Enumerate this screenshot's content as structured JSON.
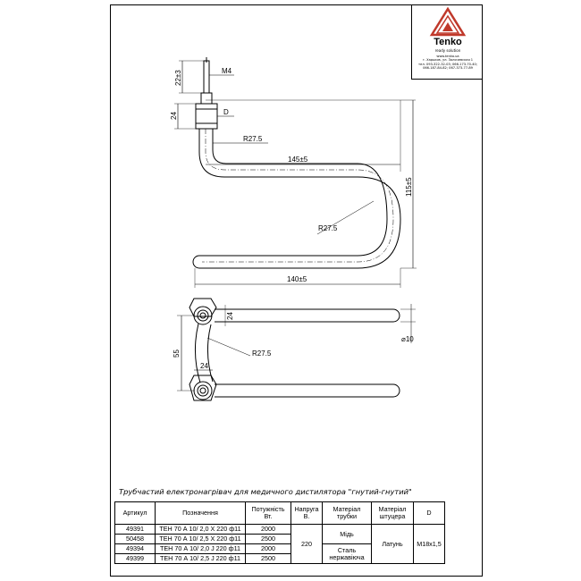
{
  "logo": {
    "brand": "Tenko",
    "tagline": "ready solution",
    "address_lines": [
      "www.tenko.ua",
      "г. Харьков, ул. Золочевская 1",
      "тел. 093-322-32-03; 066-173-70-40;",
      "066-187-84-82; 067-373-77-89"
    ]
  },
  "dimensions": {
    "top_thread_len": "22±3",
    "thread": "M4",
    "flange_height": "24",
    "flange_d": "D",
    "bend_radius_top": "R27.5",
    "length_top": "145±5",
    "height": "115±5",
    "bend_radius_mid": "R27.5",
    "length_bottom": "140±5",
    "hex_size_top": "24",
    "tube_dia": "⌀10",
    "center_dist": "55",
    "bend_radius_plan": "R27.5",
    "hex_size_bottom": "24"
  },
  "caption": "Трубчастий електронагрівач для медичного дистилятора \"гнутий-гнутий\"",
  "table": {
    "headers": [
      "Артикул",
      "Позначення",
      "Потужність Вт.",
      "Напруга В.",
      "Матеріал трубки",
      "Матеріал штуцера",
      "D"
    ],
    "rows": [
      {
        "article": "49391",
        "designation": "ТЕН 70 А 10/ 2,0 Х 220 ф11",
        "power": "2000"
      },
      {
        "article": "50458",
        "designation": "ТЕН 70 А 10/ 2,5 Х 220 ф11",
        "power": "2500"
      },
      {
        "article": "49394",
        "designation": "ТЕН 70 А 10/ 2,0 J 220 ф11",
        "power": "2000"
      },
      {
        "article": "49399",
        "designation": "ТЕН 70 А 10/ 2,5 J 220 ф11",
        "power": "2500"
      }
    ],
    "voltage": "220",
    "material_tube_1": "Мідь",
    "material_tube_2": "Сталь нержавіюча",
    "material_fitting": "Латунь",
    "d_value": "M18x1,5"
  }
}
